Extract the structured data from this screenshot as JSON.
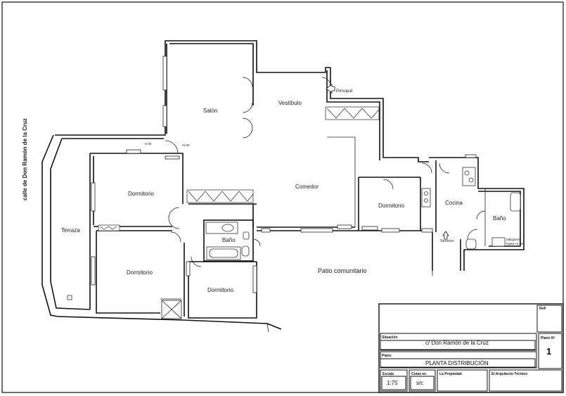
{
  "street_label": "calle de Don Ramón de la Cruz",
  "rooms": {
    "salon": "Salón",
    "vestibulo": "Vestíbulo",
    "principal": "Principal",
    "comedor": "Comedor",
    "dormitorio_1": "Dormitorio",
    "dormitorio_2": "Dormitorio",
    "dormitorio_3": "Dormitorio",
    "dormitorio_4": "Dormitorio",
    "terraza": "Terraza",
    "bano_1": "Baño",
    "bano_2": "Baño",
    "cocina": "Cocina",
    "servicio": "Servicio",
    "patio": "Patio comunitario"
  },
  "levels": {
    "level_a": "-0.00",
    "level_b": "+0.00",
    "tabiqueria": "tabiquería",
    "tabiqueria_level": "hasta +2.50"
  },
  "title_block": {
    "ref_label": "Ref/",
    "situacion_label": "Situación",
    "situacion_value": "c/ Don Ramón de la Cruz",
    "plano_no_label": "Plano Nº",
    "plano_no_value": "1",
    "plano_label": "Plano",
    "plano_value": "PLANTA DISTRIBUCIÓN",
    "escala_label": "Escala",
    "escala_value": "1:75",
    "cotas_label": "Cotas en",
    "cotas_value": "s/c",
    "propiedad_label": "La Propiedad",
    "arquitecto_label": "El Arquitecto Técnico"
  },
  "colors": {
    "line": "#111111",
    "background": "#ffffff"
  }
}
